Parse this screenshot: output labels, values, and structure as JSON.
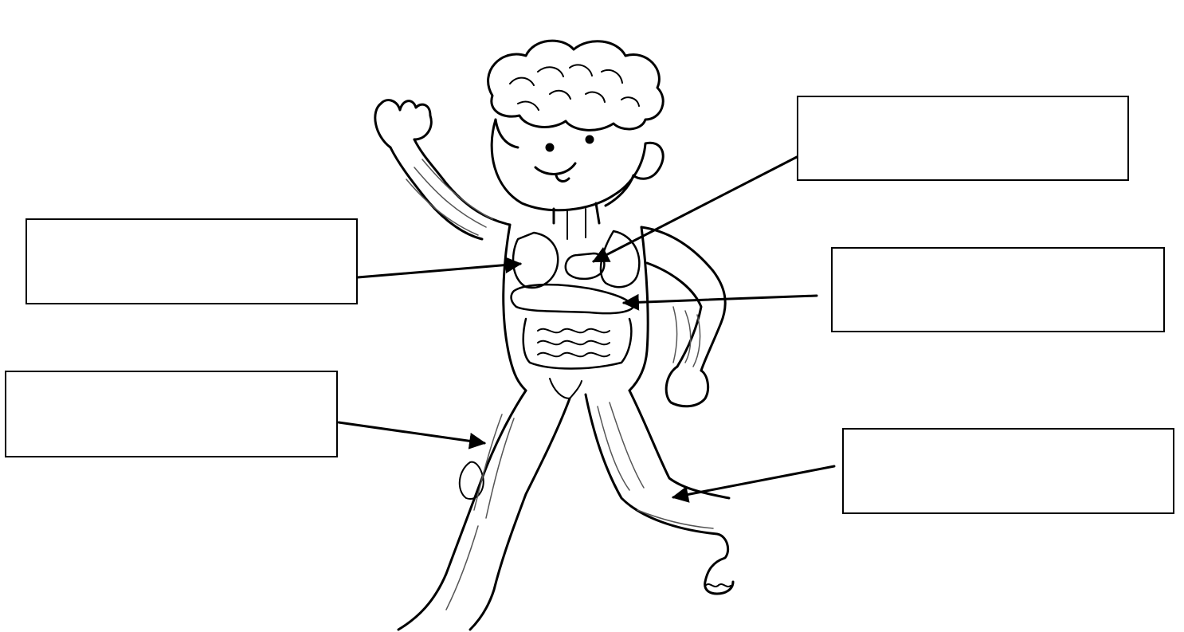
{
  "worksheet": {
    "boxes": [
      {
        "id": "box-heart",
        "text": ""
      },
      {
        "id": "box-lungs",
        "text": ""
      },
      {
        "id": "box-stomach",
        "text": ""
      },
      {
        "id": "box-bones",
        "text": ""
      },
      {
        "id": "box-muscles",
        "text": ""
      }
    ]
  },
  "colors": {
    "line": "#000000",
    "background": "#ffffff",
    "soft_line": "#555555"
  }
}
